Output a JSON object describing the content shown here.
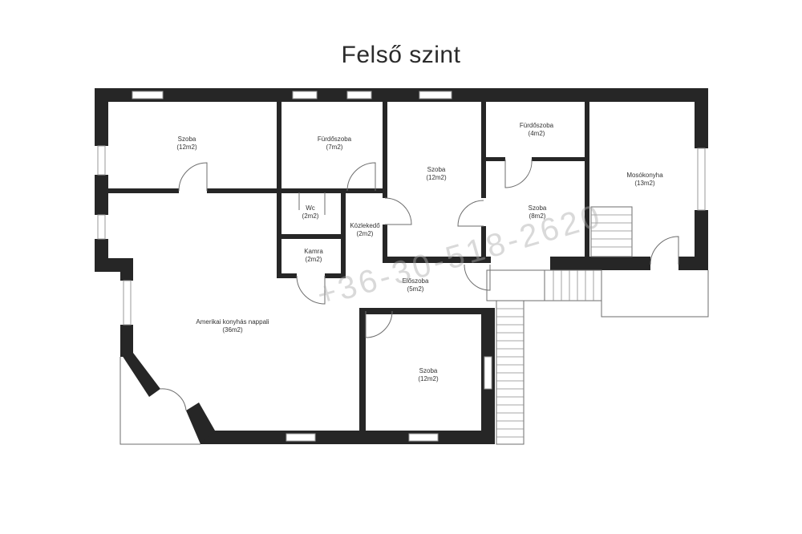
{
  "title": "Felső szint",
  "watermark": "+36-30-518-2620",
  "rooms": [
    {
      "id": "szoba-1",
      "name": "Szoba",
      "area": "(12m2)"
    },
    {
      "id": "furdoszoba-1",
      "name": "Fürdőszoba",
      "area": "(7m2)"
    },
    {
      "id": "szoba-2",
      "name": "Szoba",
      "area": "(12m2)"
    },
    {
      "id": "furdoszoba-2",
      "name": "Fürdőszoba",
      "area": "(4m2)"
    },
    {
      "id": "mosokonyha",
      "name": "Mosókonyha",
      "area": "(13m2)"
    },
    {
      "id": "wc",
      "name": "Wc",
      "area": "(2m2)"
    },
    {
      "id": "kozlekedo",
      "name": "Közlekedő",
      "area": "(2m2)"
    },
    {
      "id": "szoba-3",
      "name": "Szoba",
      "area": "(8m2)"
    },
    {
      "id": "kamra",
      "name": "Kamra",
      "area": "(2m2)"
    },
    {
      "id": "eloszoba",
      "name": "Előszoba",
      "area": "(5m2)"
    },
    {
      "id": "nappali",
      "name": "Amerikai konyhás nappali",
      "area": "(36m2)"
    },
    {
      "id": "szoba-4",
      "name": "Szoba",
      "area": "(12m2)"
    }
  ],
  "colors": {
    "wall": "#262626",
    "line": "#6e6e6e",
    "window": "#9a9a9a",
    "watermark": "#aaaaaa"
  }
}
